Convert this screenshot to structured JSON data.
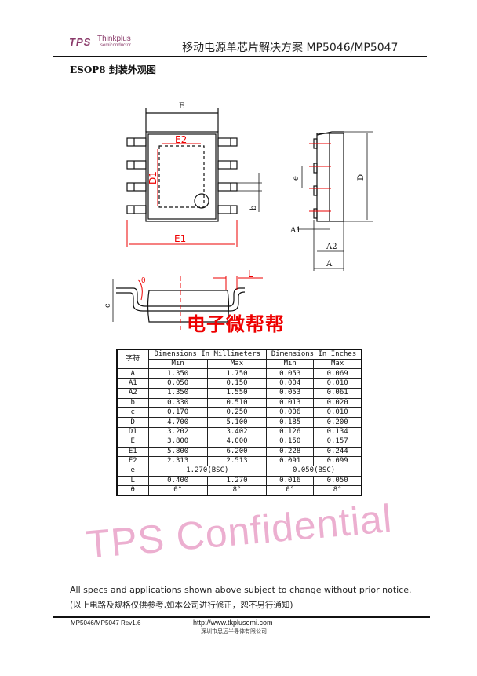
{
  "header": {
    "logo_tps": "TPS",
    "logo_brand": "Thinkplus",
    "logo_sub": "semiconductor",
    "title": "移动电源单芯片解决方案  MP5046/MP5047"
  },
  "section_title": "ESOP8 封装外观图",
  "drawing": {
    "labels": {
      "E": "E",
      "E2": "E2",
      "D1": "D1",
      "E1": "E1",
      "b": "b",
      "e": "e",
      "D": "D",
      "A1": "A1",
      "A2": "A2",
      "A": "A",
      "L": "L",
      "theta": "θ",
      "c": "c"
    },
    "overlay_text": "电子微帮帮"
  },
  "table": {
    "header_symbol": "字符",
    "header_mm": "Dimensions In Millimeters",
    "header_in": "Dimensions In Inches",
    "min": "Min",
    "max": "Max",
    "rows": [
      [
        "A",
        "1.350",
        "1.750",
        "0.053",
        "0.069"
      ],
      [
        "A1",
        "0.050",
        "0.150",
        "0.004",
        "0.010"
      ],
      [
        "A2",
        "1.350",
        "1.550",
        "0.053",
        "0.061"
      ],
      [
        "b",
        "0.330",
        "0.510",
        "0.013",
        "0.020"
      ],
      [
        "c",
        "0.170",
        "0.250",
        "0.006",
        "0.010"
      ],
      [
        "D",
        "4.700",
        "5.100",
        "0.185",
        "0.200"
      ],
      [
        "D1",
        "3.202",
        "3.402",
        "0.126",
        "0.134"
      ],
      [
        "E",
        "3.800",
        "4.000",
        "0.150",
        "0.157"
      ],
      [
        "E1",
        "5.800",
        "6.200",
        "0.228",
        "0.244"
      ],
      [
        "E2",
        "2.313",
        "2.513",
        "0.091",
        "0.099"
      ]
    ],
    "row_e": {
      "sym": "e",
      "mm": "1.270(BSC)",
      "in": "0.050(BSC)"
    },
    "rows_tail": [
      [
        "L",
        "0.400",
        "1.270",
        "0.016",
        "0.050"
      ],
      [
        "θ",
        "0°",
        "8°",
        "0°",
        "8°"
      ]
    ]
  },
  "watermark": "TPS Confidential",
  "notes": {
    "en": "All specs and applications shown above subject to change without prior notice.",
    "cn": "(以上电路及规格仅供参考,如本公司进行修正，恕不另行通知)"
  },
  "footer": {
    "rev": "MP5046/MP5047  Rev1.6",
    "url": "http://www.tkplusemi.com",
    "company": "深圳市思远半导体有限公司"
  }
}
